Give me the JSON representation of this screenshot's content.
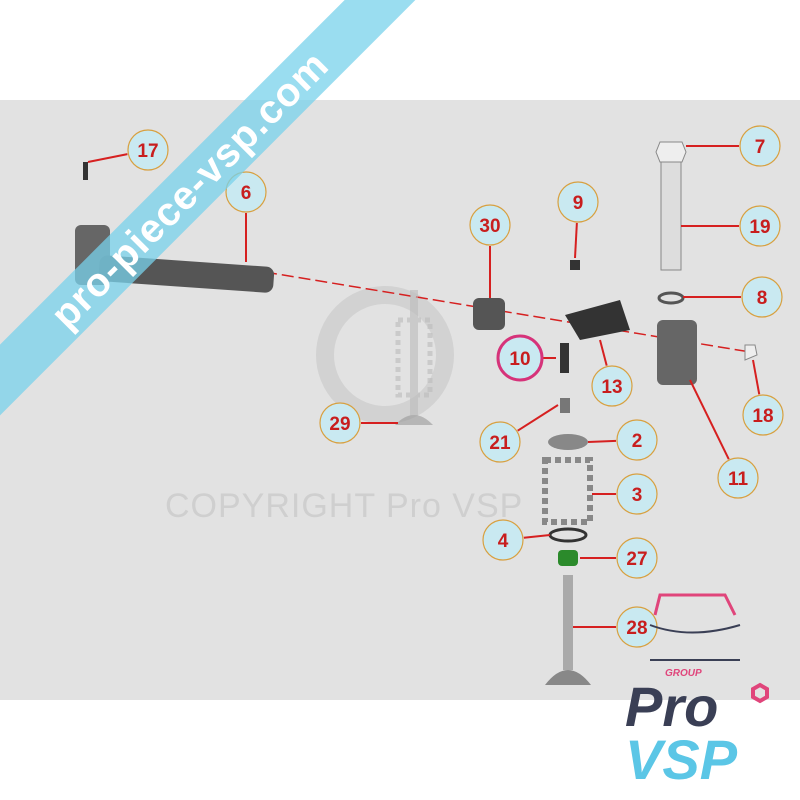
{
  "watermark": {
    "banner": "pro-piece-vsp.com",
    "copyright": "COPYRIGHT Pro VSP"
  },
  "logo": {
    "group": "GROUP",
    "pro": "Pro",
    "vsp": "VSP"
  },
  "callouts": [
    "17",
    "6",
    "30",
    "9",
    "7",
    "19",
    "8",
    "10",
    "13",
    "18",
    "29",
    "21",
    "2",
    "11",
    "3",
    "4",
    "27",
    "28"
  ],
  "colors": {
    "bubble_fill": "#c9e9f1",
    "bubble_border": "#d8a040",
    "label": "#c81e1e",
    "highlight_border": "#d6337a",
    "leader": "#d62020"
  }
}
